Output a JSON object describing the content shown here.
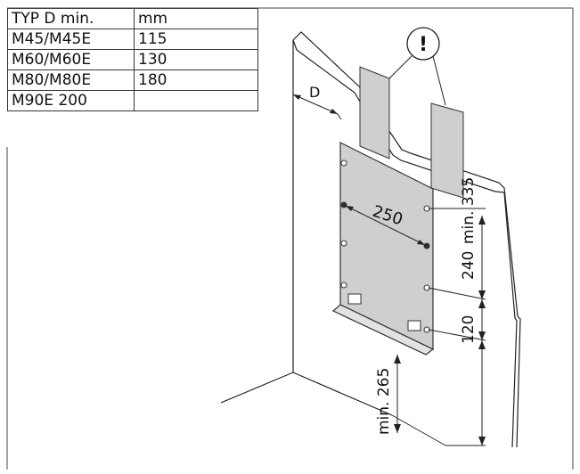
{
  "table": {
    "header": [
      "TYP D min.",
      "mm"
    ],
    "rows": [
      [
        "M45/M45E",
        "115"
      ],
      [
        "M60/M60E",
        "130"
      ],
      [
        "M80/M80E",
        "180"
      ],
      [
        "M90E 200",
        ""
      ]
    ]
  },
  "diagram": {
    "label_d": "D",
    "warning": "!",
    "dim_250": "250",
    "dim_min335": "min. 335",
    "dim_240": "240",
    "dim_120": "120",
    "dim_min265": "min. 265"
  }
}
